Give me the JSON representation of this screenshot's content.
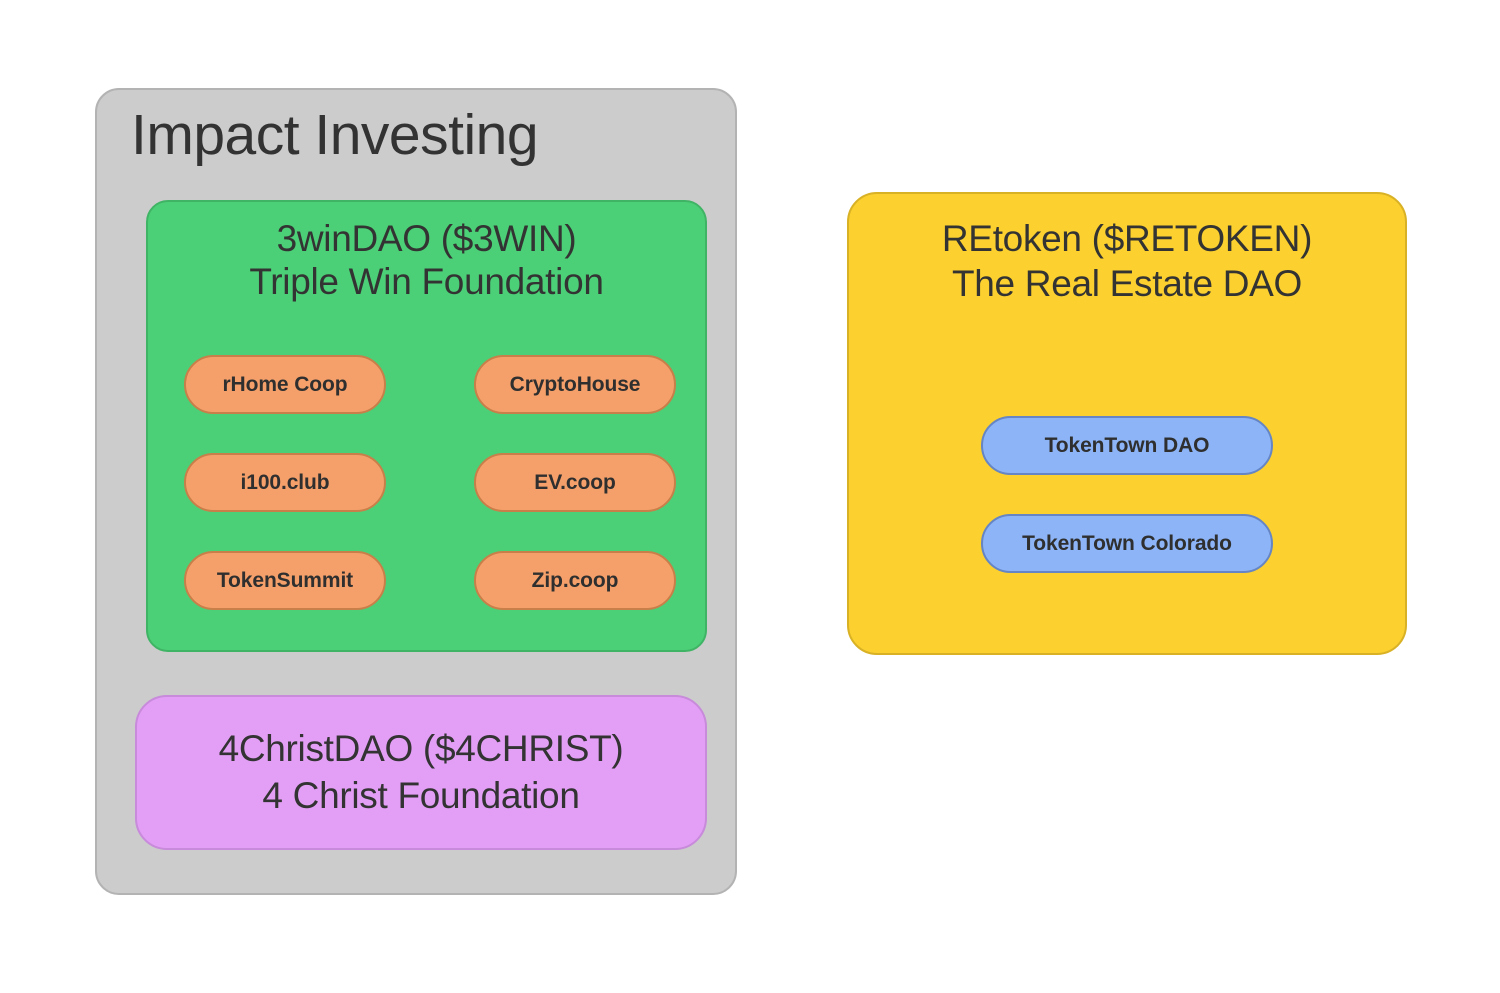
{
  "diagram": {
    "background_color": "#ffffff",
    "groups": [
      {
        "id": "impact-investing",
        "title": "Impact Investing",
        "fill": "#cccccc",
        "stroke": "#b3b3b3"
      }
    ],
    "nodes": {
      "three_win": {
        "title": "3winDAO ($3WIN)",
        "subtitle": "Triple Win Foundation",
        "fill": "#4cd077",
        "stroke": "#3fb465",
        "children": [
          {
            "label": "rHome Coop"
          },
          {
            "label": "CryptoHouse"
          },
          {
            "label": "i100.club"
          },
          {
            "label": "EV.coop"
          },
          {
            "label": "TokenSummit"
          },
          {
            "label": "Zip.coop"
          }
        ],
        "child_fill": "#f5a06a",
        "child_stroke": "#c87f49"
      },
      "four_christ": {
        "title": "4ChristDAO ($4CHRIST)",
        "subtitle": "4 Christ Foundation",
        "fill": "#e39ff6",
        "stroke": "#c88ada"
      },
      "retoken": {
        "title": "REtoken ($RETOKEN)",
        "subtitle": "The Real Estate DAO",
        "fill": "#fbd02f",
        "stroke": "#d9b125",
        "children": [
          {
            "label": "TokenTown DAO"
          },
          {
            "label": "TokenTown Colorado"
          }
        ],
        "child_fill": "#8cb4f7",
        "child_stroke": "#6585c4"
      }
    },
    "text_color": "#333333"
  }
}
